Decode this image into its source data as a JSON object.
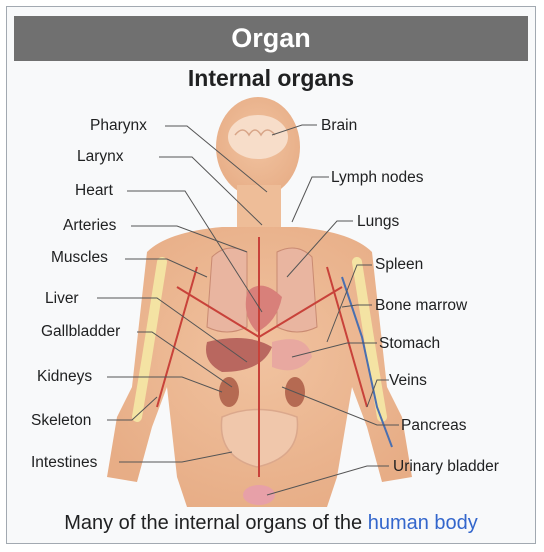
{
  "infobox": {
    "title": "Organ",
    "subtitle": "Internal organs",
    "caption_text": "Many of the internal organs of the ",
    "caption_link": "human body"
  },
  "labels": {
    "pharynx": "Pharynx",
    "larynx": "Larynx",
    "heart": "Heart",
    "arteries": "Arteries",
    "muscles": "Muscles",
    "liver": "Liver",
    "gallbladder": "Gallbladder",
    "kidneys": "Kidneys",
    "skeleton": "Skeleton",
    "intestines": "Intestines",
    "brain": "Brain",
    "lymph_nodes": "Lymph nodes",
    "lungs": "Lungs",
    "spleen": "Spleen",
    "bone_marrow": "Bone marrow",
    "stomach": "Stomach",
    "veins": "Veins",
    "pancreas": "Pancreas",
    "urinary_bladder": "Urinary bladder"
  },
  "colors": {
    "title_bar": "#707070",
    "skin": "#f3c9a8",
    "link": "#3366cc"
  }
}
